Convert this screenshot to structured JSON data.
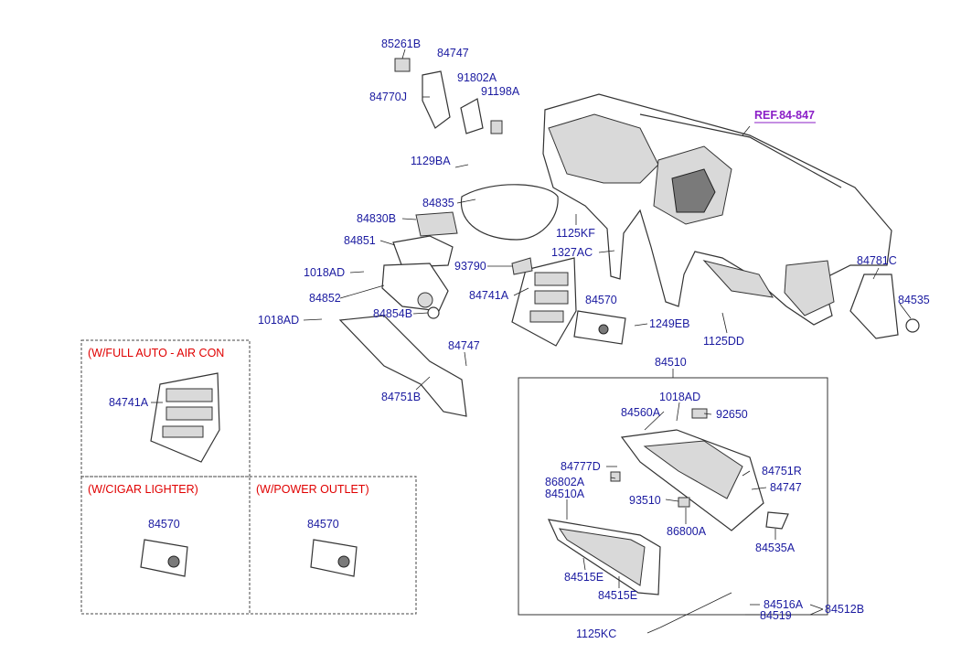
{
  "diagram": {
    "reference_label": "REF.84-847",
    "part_labels": {
      "p85261b": "85261B",
      "p84747_top": "84747",
      "p91802a": "91802A",
      "p84770j": "84770J",
      "p91198a": "91198A",
      "p1129ba": "1129BA",
      "p84835": "84835",
      "p1125kf": "1125KF",
      "p84830b": "84830B",
      "p1327ac": "1327AC",
      "p84851": "84851",
      "p93790": "93790",
      "p1018ad_a": "1018AD",
      "p84781c": "84781C",
      "p84852": "84852",
      "p84741a_main": "84741A",
      "p84570_main": "84570",
      "p84535": "84535",
      "p84854b": "84854B",
      "p1018ad_b": "1018AD",
      "p1249eb": "1249EB",
      "p1125dd": "1125DD",
      "p84747_mid": "84747",
      "p84510": "84510",
      "p84751b": "84751B",
      "p84741a_box": "84741A",
      "p1018ad_c": "1018AD",
      "p84560a": "84560A",
      "p92650": "92650",
      "p84777d": "84777D",
      "p84751r": "84751R",
      "p86802a": "86802A",
      "p84747_right": "84747",
      "p84510a": "84510A",
      "p93510": "93510",
      "p84570_cigar": "84570",
      "p84570_power": "84570",
      "p86800a": "86800A",
      "p84535a": "84535A",
      "p84515e_a": "84515E",
      "p84515e_b": "84515E",
      "p84516a": "84516A",
      "p84512b": "84512B",
      "p84519": "84519",
      "p1125kc": "1125KC"
    },
    "option_notes": {
      "full_auto_aircon": "(W/FULL AUTO - AIR CON",
      "cigar_lighter": "(W/CIGAR LIGHTER)",
      "power_outlet": "(W/POWER OUTLET)"
    },
    "colors": {
      "part_label": "#1a1aa0",
      "option_note": "#e00000",
      "reference": "#8b1fc7",
      "line_art": "#333333"
    }
  }
}
